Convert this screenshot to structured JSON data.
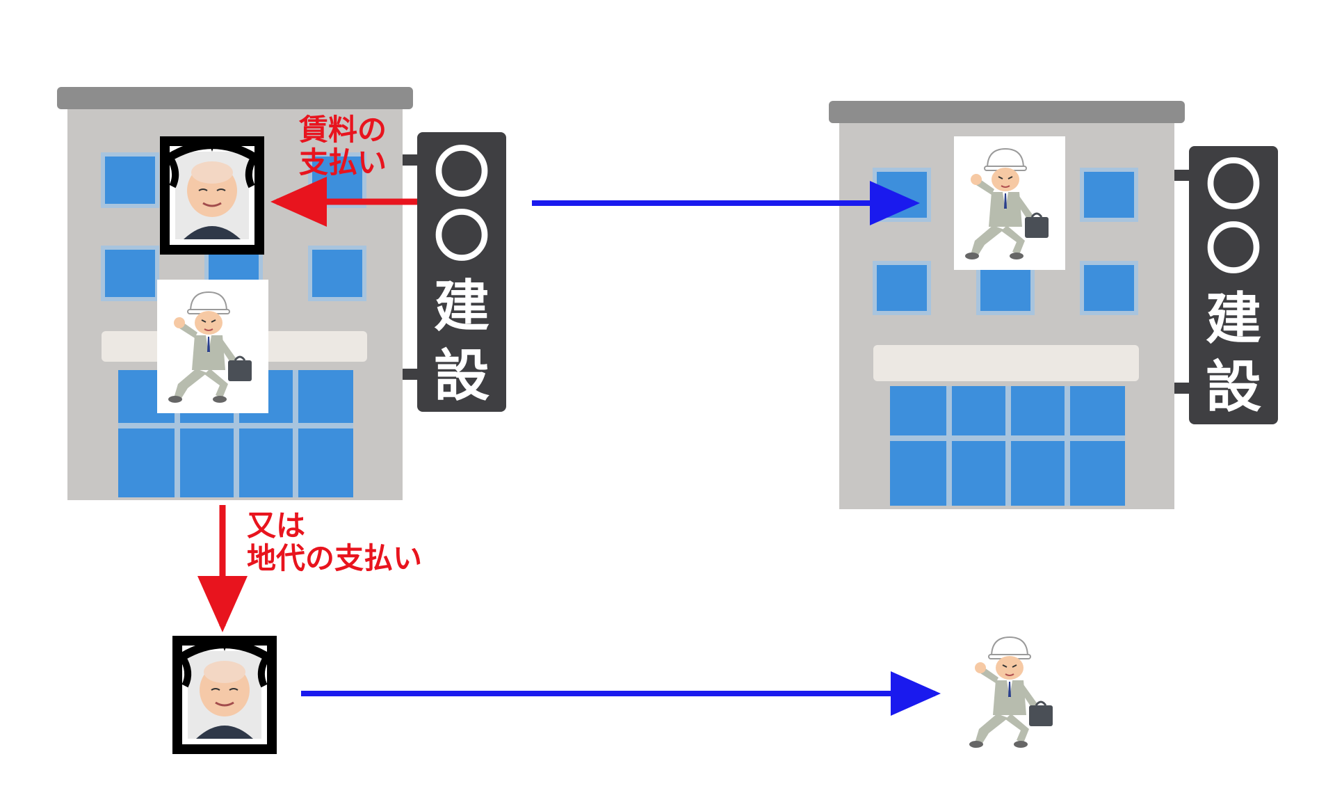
{
  "colors": {
    "building_wall": "#c8c6c4",
    "building_roof": "#8d8d8d",
    "window_blue": "#3d8fdc",
    "window_frame": "#a8c4de",
    "sign_dark": "#3f3f42",
    "arrow_red": "#e8141e",
    "arrow_blue": "#1a1aee"
  },
  "buildings": [
    {
      "sign": {
        "line1": "〇",
        "line2": "〇",
        "line3": "建",
        "line4": "設"
      }
    },
    {
      "sign": {
        "line1": "〇",
        "line2": "〇",
        "line3": "建",
        "line4": "設"
      }
    }
  ],
  "labels": {
    "rent_payment": {
      "line1": "賃料の",
      "line2": "支払い"
    },
    "land_payment": {
      "line1": "又は",
      "line2": "地代の支払い"
    }
  },
  "icons": [
    "deceased-landlord-portrait-icon",
    "construction-worker-icon",
    "office-building-icon"
  ]
}
